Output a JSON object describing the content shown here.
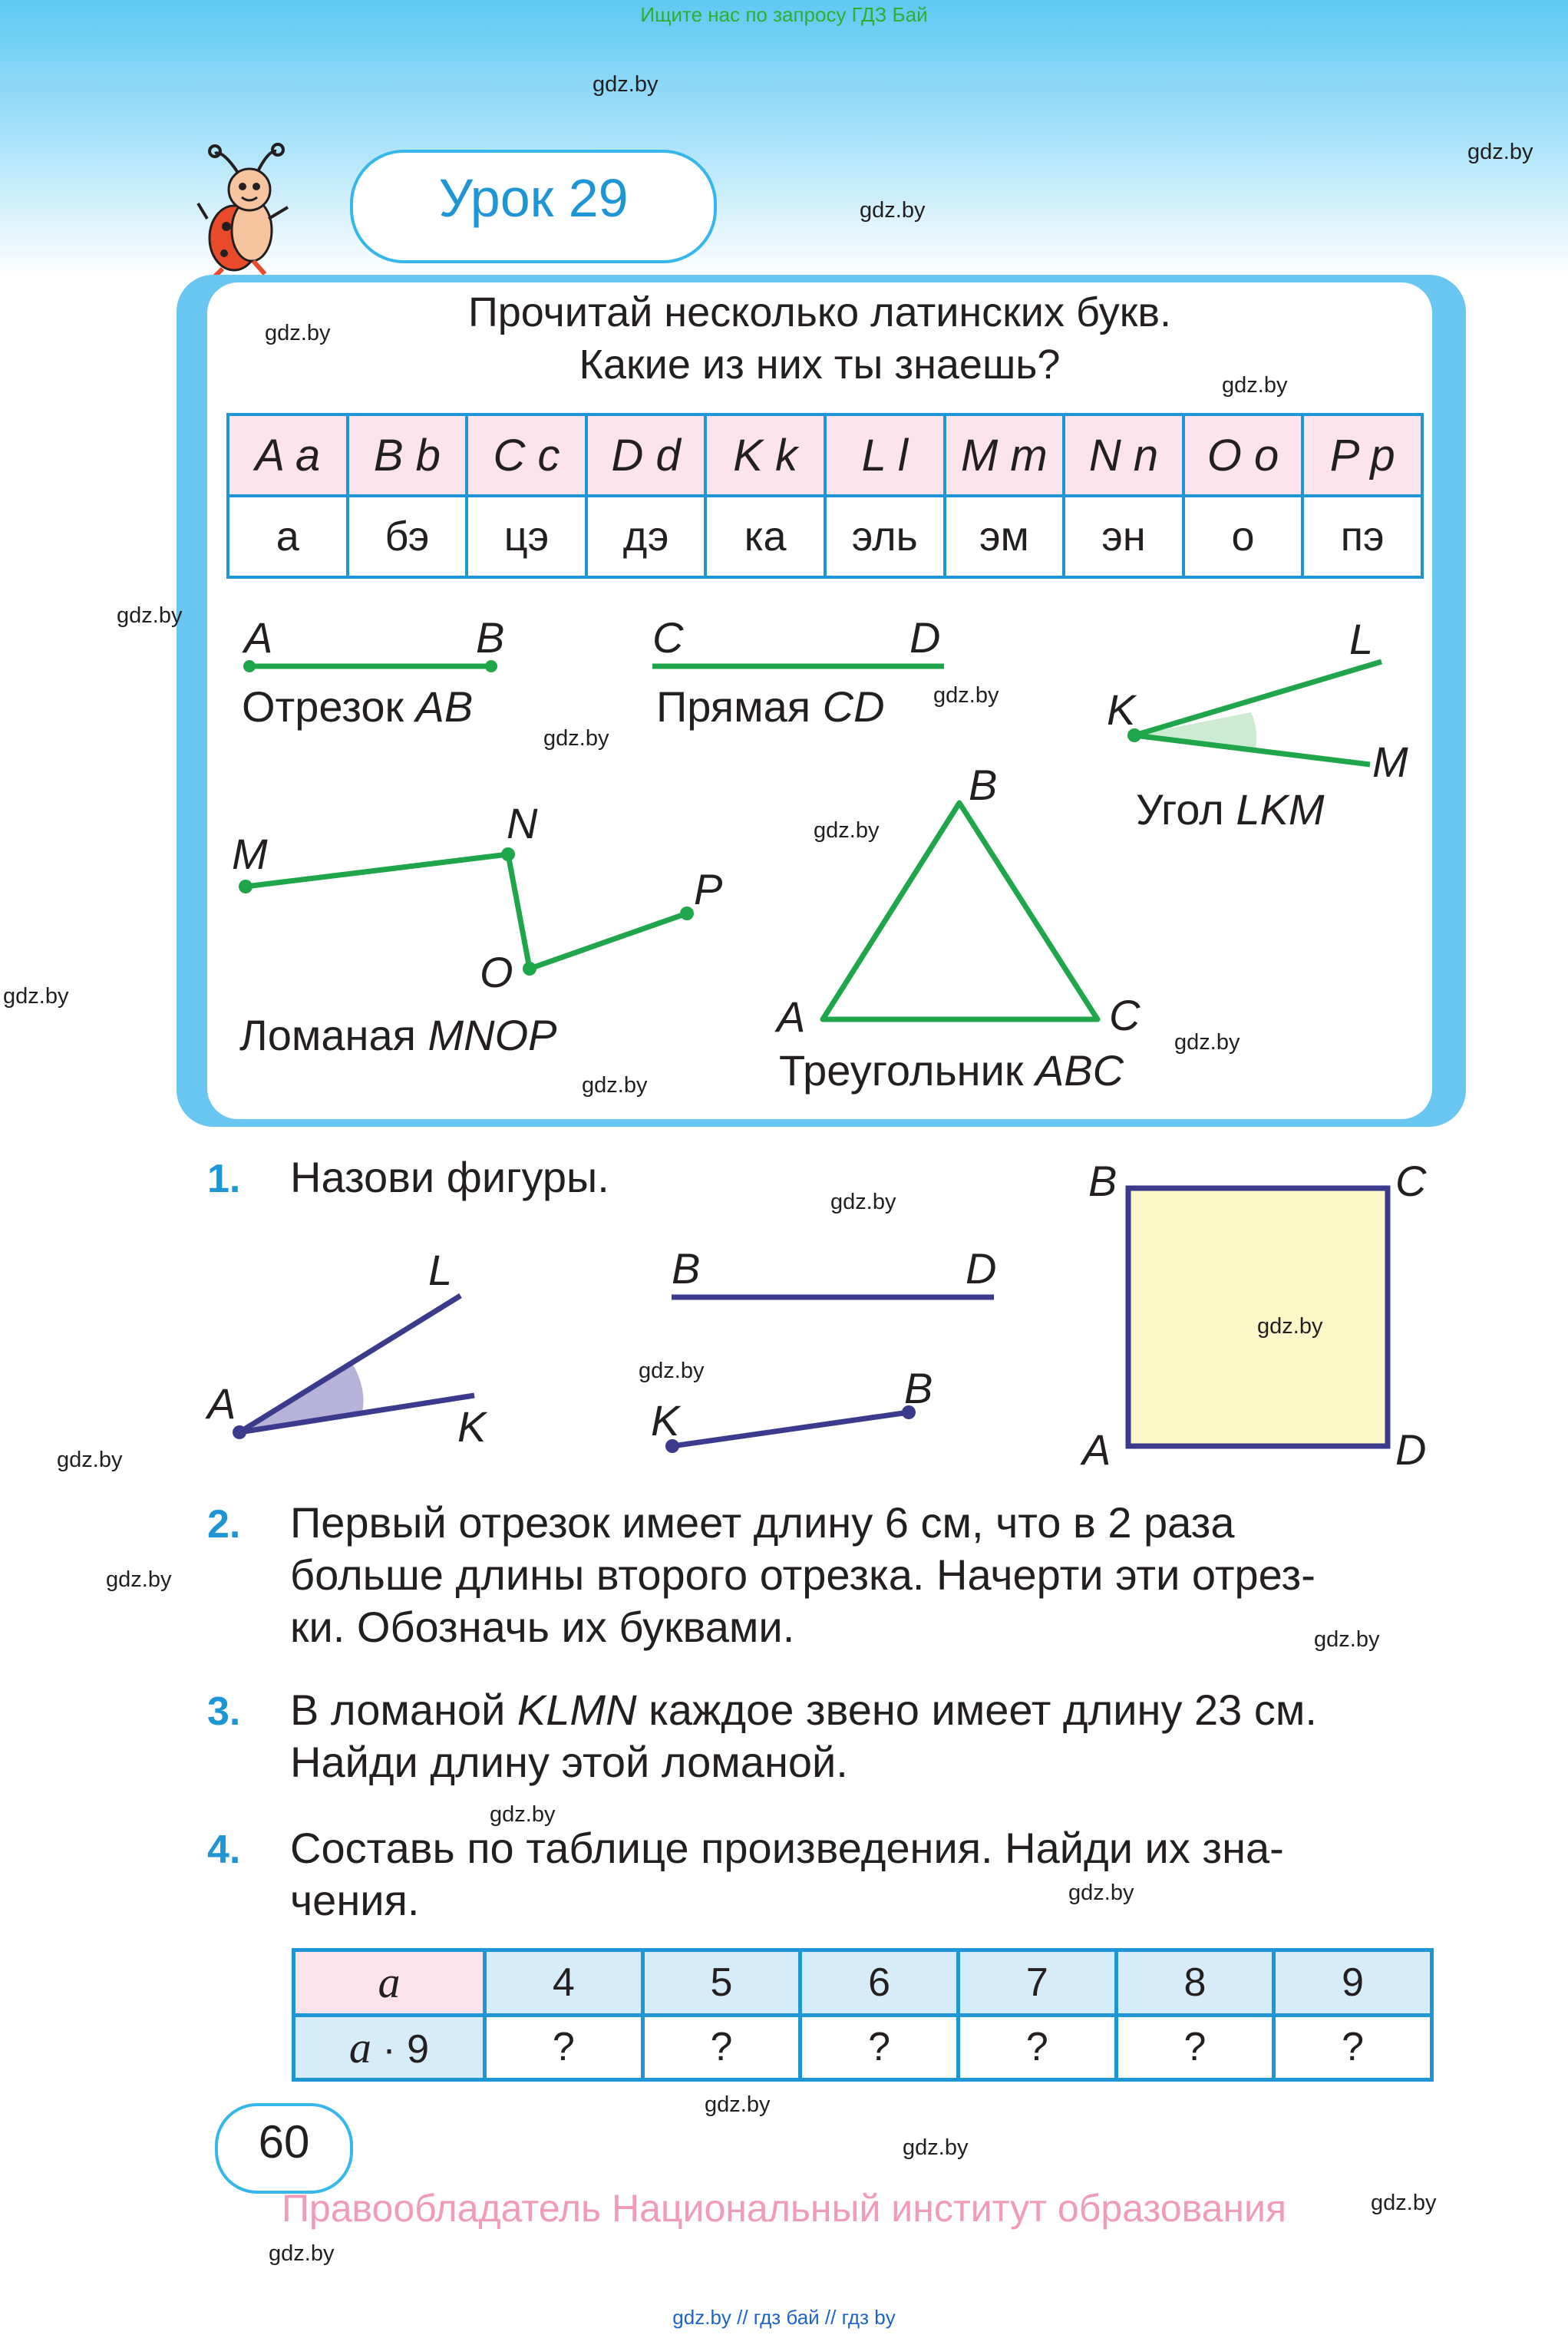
{
  "top_banner": "Ищите нас по запросу ГДЗ Бай",
  "watermark": "gdz.by",
  "lesson_title": "Урок 29",
  "intro": {
    "line1": "Прочитай несколько латинских букв.",
    "line2": "Какие из них ты знаешь?"
  },
  "letters": [
    {
      "latin": "A a",
      "name": "а"
    },
    {
      "latin": "B b",
      "name": "бэ"
    },
    {
      "latin": "C c",
      "name": "цэ"
    },
    {
      "latin": "D d",
      "name": "дэ"
    },
    {
      "latin": "K k",
      "name": "ка"
    },
    {
      "latin": "L l",
      "name": "эль"
    },
    {
      "latin": "M m",
      "name": "эм"
    },
    {
      "latin": "N n",
      "name": "эн"
    },
    {
      "latin": "O o",
      "name": "о"
    },
    {
      "latin": "P p",
      "name": "пэ"
    }
  ],
  "figures": {
    "segment": {
      "caption_word": "Отрезок",
      "caption_name": "AB",
      "p1": "A",
      "p2": "B"
    },
    "line": {
      "caption_word": "Прямая",
      "caption_name": "CD",
      "p1": "C",
      "p2": "D"
    },
    "angle": {
      "caption_word": "Угол",
      "caption_name": "LKM",
      "p1": "K",
      "p2": "L",
      "p3": "M"
    },
    "polyline": {
      "caption_word": "Ломаная",
      "caption_name": "MNOP",
      "p1": "M",
      "p2": "N",
      "p3": "O",
      "p4": "P"
    },
    "triangle": {
      "caption_word": "Треугольник",
      "caption_name": "ABC",
      "p1": "A",
      "p2": "B",
      "p3": "C"
    }
  },
  "tasks": [
    {
      "number": "1.",
      "text": "Назови фигуры."
    },
    {
      "number": "2.",
      "text_lines": [
        "Первый отрезок имеет длину 6 см, что в 2 раза",
        "больше длины второго отрезка. Начерти эти отрез-",
        "ки. Обозначь их буквами."
      ]
    },
    {
      "number": "3.",
      "text_part1": "В ломаной ",
      "text_name": "KLMN",
      "text_part2": " каждое звено имеет длину 23 см.",
      "text_line2": "Найди длину этой ломаной."
    },
    {
      "number": "4.",
      "text_lines": [
        "Составь по таблице произведения. Найди их зна-",
        "чения."
      ]
    }
  ],
  "task1_figures": {
    "angle": {
      "vertex": "A",
      "p1": "L",
      "p2": "K"
    },
    "line": {
      "p1": "B",
      "p2": "D"
    },
    "segment": {
      "p1": "K",
      "p2": "B"
    },
    "square": {
      "tl": "B",
      "tr": "C",
      "bl": "A",
      "br": "D"
    }
  },
  "mult_table": {
    "row1_head": "a",
    "row2_head_var": "a",
    "row2_head_op": "· 9",
    "values": [
      "4",
      "5",
      "6",
      "7",
      "8",
      "9"
    ],
    "unknowns": [
      "?",
      "?",
      "?",
      "?",
      "?",
      "?"
    ]
  },
  "page_number": "60",
  "copyright": "Правообладатель Национальный институт образования",
  "footer": "gdz.by  //  гдз бай  //  гдз by",
  "colors": {
    "accent_blue": "#1e95d4",
    "panel_blue": "#68c6f1",
    "figure_green": "#1fa64a",
    "task_figure_navy": "#3b3a8c",
    "square_fill": "#fdf8c8",
    "pink": "#fde4ec",
    "copyright_pink": "#f19cb6"
  }
}
